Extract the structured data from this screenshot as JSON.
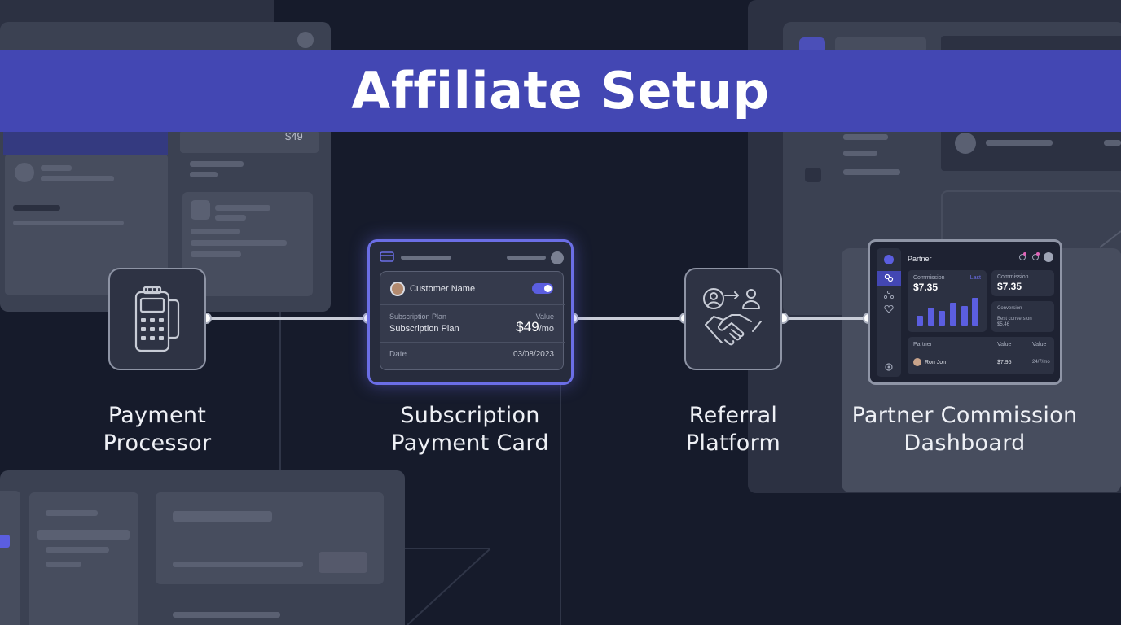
{
  "title": "Affiliate Setup",
  "background": {
    "price_tag": "$49"
  },
  "nodes": [
    {
      "label_line1": "Payment",
      "label_line2": "Processor",
      "icon": "card-terminal-icon"
    },
    {
      "label_line1": "Subscription",
      "label_line2": "Payment Card"
    },
    {
      "label_line1": "Referral",
      "label_line2": "Platform",
      "icon": "handshake-referral-icon"
    },
    {
      "label_line1": "Partner Commission",
      "label_line2": "Dashboard"
    }
  ],
  "subscription_card": {
    "customer_name": "Customer Name",
    "plan_caption": "Subscription Plan",
    "plan_name": "Subscription Plan",
    "value_caption": "Value",
    "price": "$49",
    "price_unit": "/mo",
    "date_caption": "Date",
    "date": "03/08/2023"
  },
  "dashboard": {
    "title": "Partner",
    "commission_caption": "Commission",
    "commission_value": "$7.35",
    "commission_tag": "Last",
    "right_caption": "Commission",
    "right_value": "$7.35",
    "sub_caption": "Conversion",
    "sub_line1": "Best conversion",
    "sub_line2": "$5.46",
    "table_headers": [
      "Partner",
      "Value",
      "Value"
    ],
    "row": {
      "name": "Ron Jon",
      "value": "$7.95",
      "extra": "24/7/mo"
    },
    "bar_values": [
      0.3,
      0.55,
      0.45,
      0.7,
      0.6,
      0.85
    ]
  },
  "colors": {
    "banner": "#4347b3",
    "accent": "#5b5ee0",
    "background": "#161b2b"
  }
}
